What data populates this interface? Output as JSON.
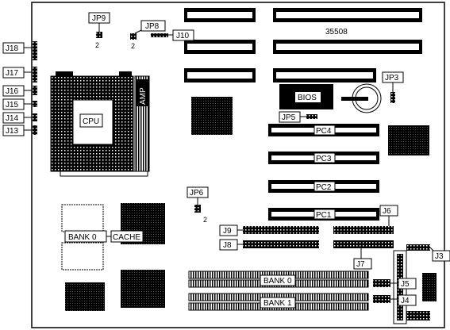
{
  "board": {
    "model": "35508",
    "labels": {
      "cpu": "CPU",
      "amp": "AMP",
      "bios": "BIOS",
      "cache": "CACHE",
      "bank0_cache": "BANK 0",
      "bank0_simm": "BANK 0",
      "bank1_simm": "BANK 1",
      "pc1": "PC1",
      "pc2": "PC2",
      "pc3": "PC3",
      "pc4": "PC4",
      "jp3": "JP3",
      "jp5": "JP5",
      "jp6": "JP6",
      "jp8": "JP8",
      "jp9": "JP9",
      "j3": "J3",
      "j4": "J4",
      "j5": "J5",
      "j6": "J6",
      "j7": "J7",
      "j8": "J8",
      "j9": "J9",
      "j10": "J10",
      "j13": "J13",
      "j14": "J14",
      "j15": "J15",
      "j16": "J16",
      "j17": "J17",
      "j18": "J18",
      "jp9_pin": "2",
      "jp8_pin": "2",
      "jp6_pin": "2"
    }
  }
}
